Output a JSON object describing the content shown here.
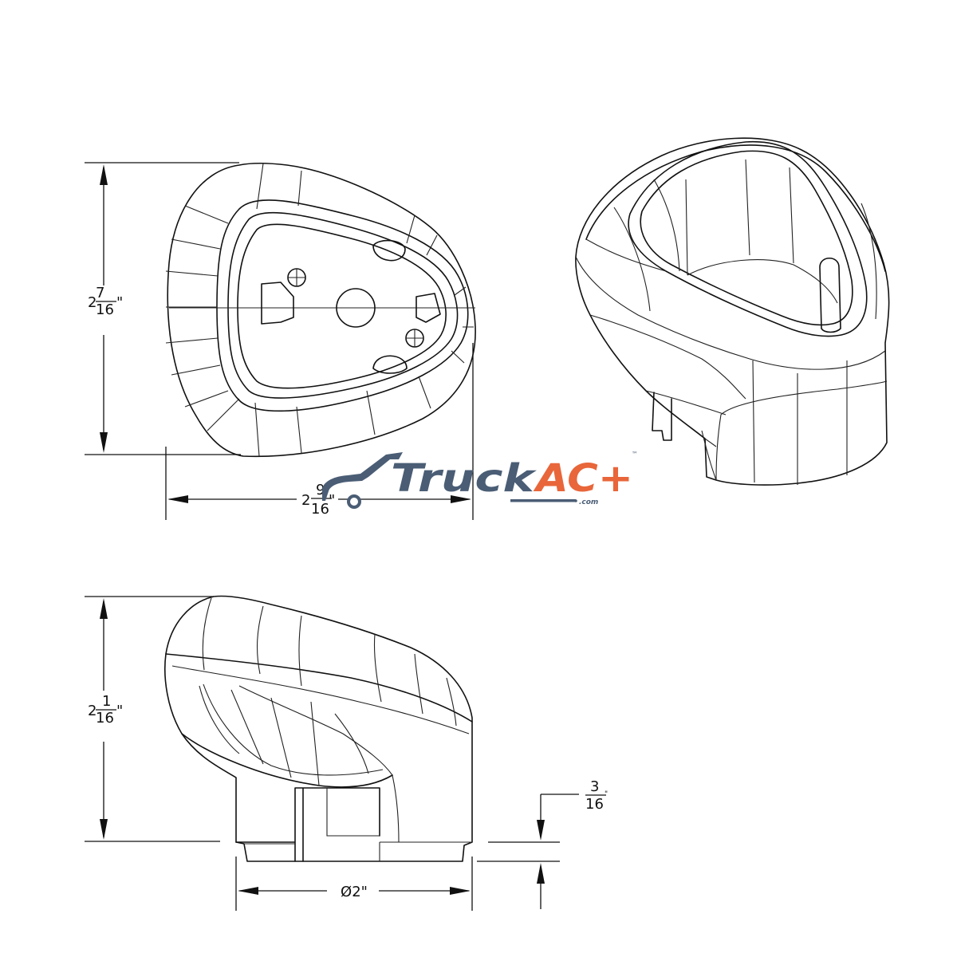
{
  "dimensions": {
    "top_height": {
      "whole": "2",
      "num": "7",
      "den": "16",
      "unit": "\""
    },
    "top_width": {
      "whole": "2",
      "num": "9",
      "den": "16",
      "unit": "\""
    },
    "side_height": {
      "whole": "2",
      "num": "1",
      "den": "16",
      "unit": "\""
    },
    "base_offset": {
      "num": "3",
      "den": "16",
      "unit": "\""
    },
    "diameter": "Ø2\""
  },
  "logo": {
    "word1": "Truck",
    "word2": "AC+",
    "suffix": ".com",
    "tm": "™",
    "colors": {
      "word1": "#4a5d75",
      "word2": "#e8663a"
    }
  }
}
